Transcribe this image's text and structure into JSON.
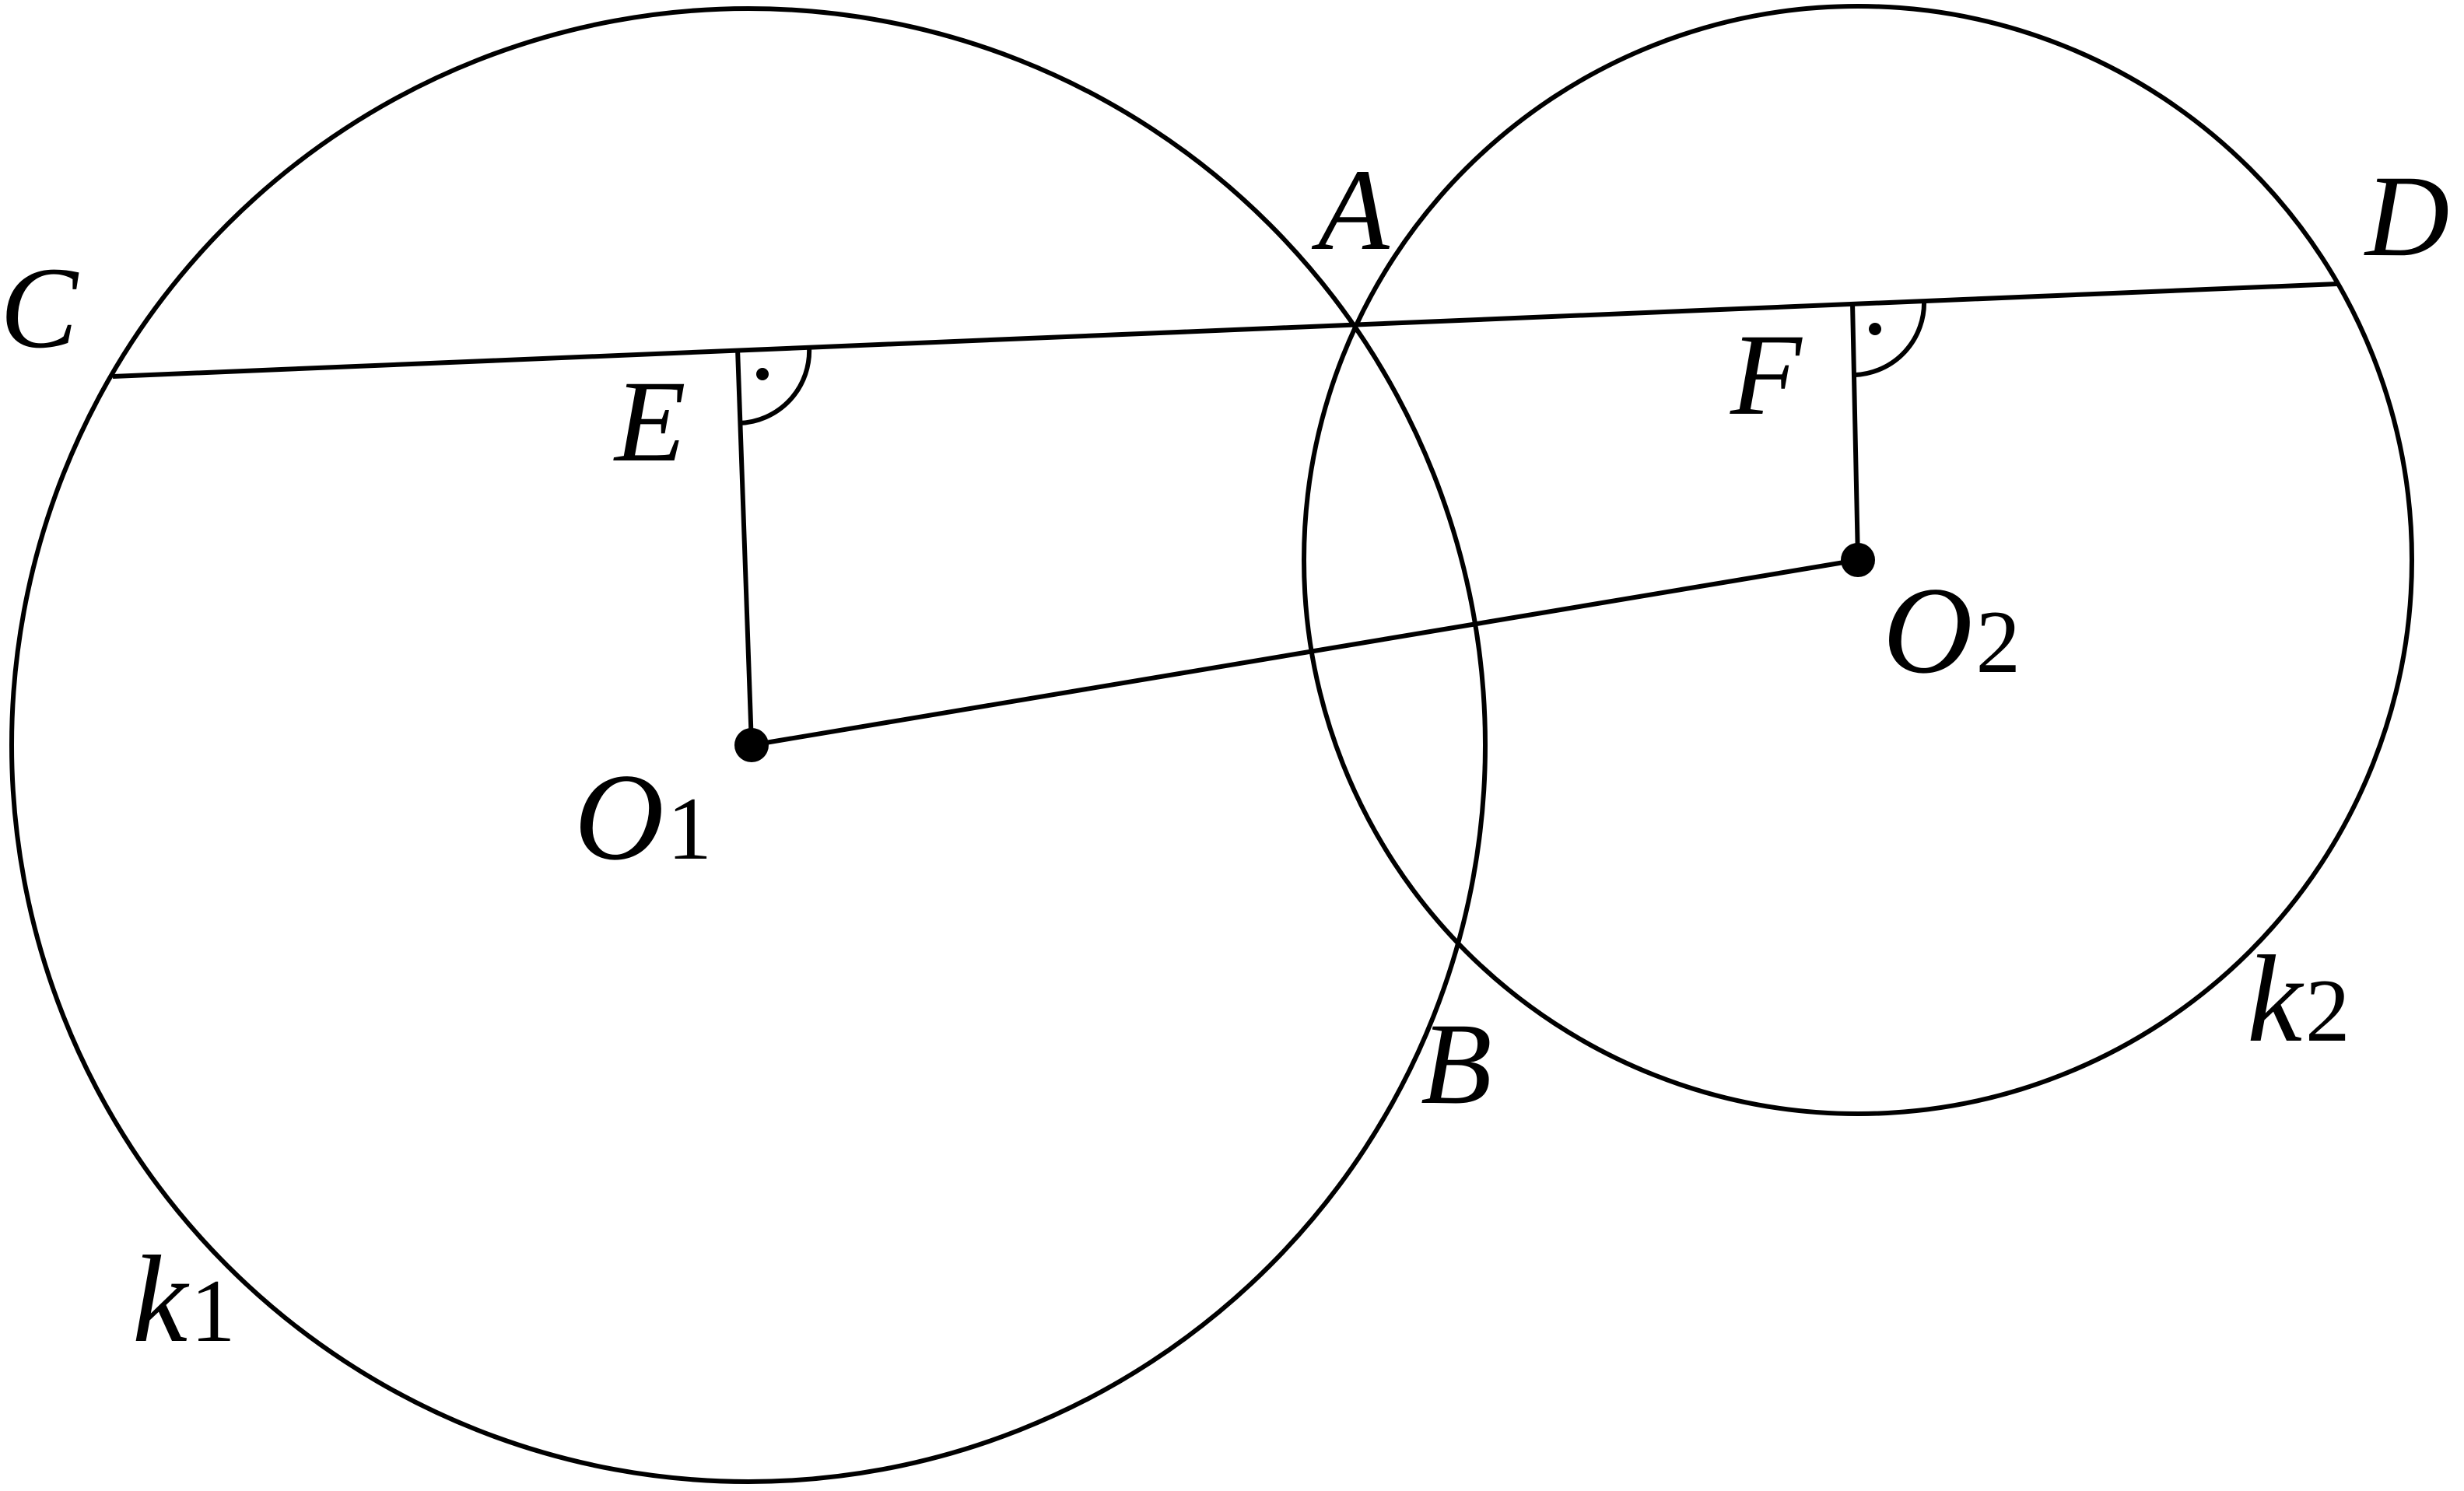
{
  "diagram": {
    "circles": [
      {
        "name": "k",
        "sub": "1"
      },
      {
        "name": "k",
        "sub": "2"
      }
    ],
    "points": {
      "A": "A",
      "B": "B",
      "C": "C",
      "D": "D",
      "E": "E",
      "F": "F",
      "O1": {
        "name": "O",
        "sub": "1"
      },
      "O2": {
        "name": "O",
        "sub": "2"
      }
    },
    "right_angle_marks": [
      "E",
      "F"
    ],
    "colors": {
      "stroke": "#000000",
      "background": "#ffffff"
    }
  }
}
